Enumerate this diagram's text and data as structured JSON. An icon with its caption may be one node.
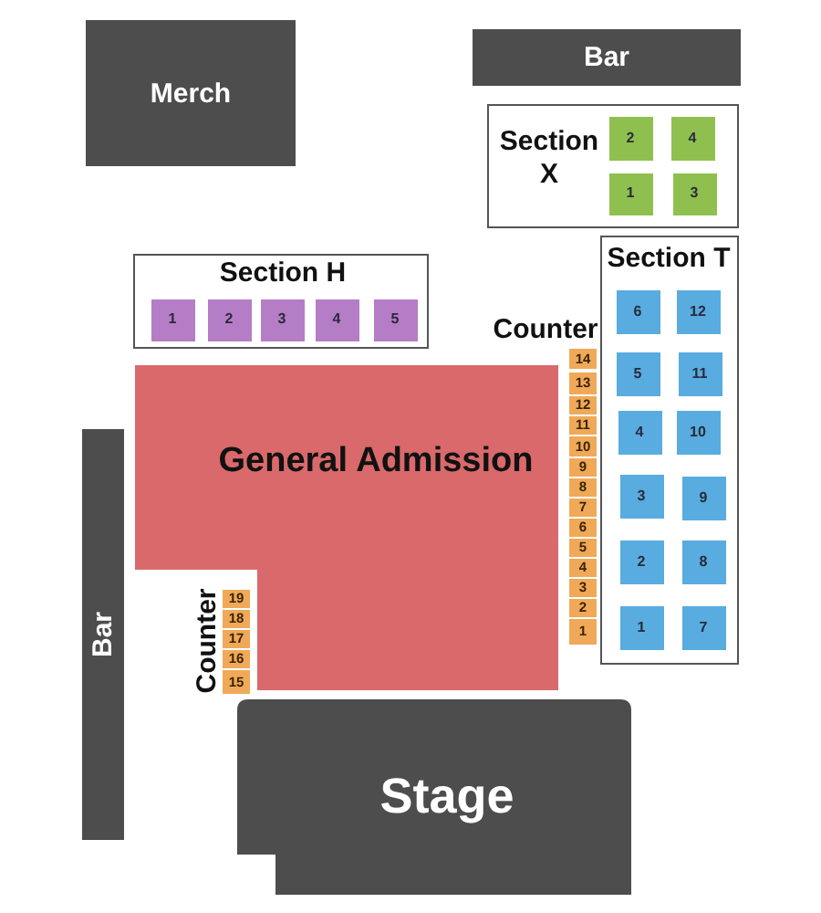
{
  "diagram": {
    "nodes": [
      {
        "text": [
          "Merch"
        ]
      },
      {
        "text": [
          "Bar"
        ]
      },
      {
        "text": [
          "Section X"
        ]
      },
      {
        "text": [
          "2"
        ],
        "in": 2
      },
      {
        "text": [
          "4"
        ],
        "in": 2
      },
      {
        "text": [
          "1"
        ],
        "in": 2
      },
      {
        "text": [
          "3"
        ],
        "in": 2
      },
      {
        "text": [
          "Section T"
        ]
      },
      {
        "text": [
          "6"
        ],
        "in": 7
      },
      {
        "text": [
          "12"
        ],
        "in": 7
      },
      {
        "text": [
          "5"
        ],
        "in": 7
      },
      {
        "text": [
          "11"
        ],
        "in": 7
      },
      {
        "text": [
          "4"
        ],
        "in": 7
      },
      {
        "text": [
          "10"
        ],
        "in": 7
      },
      {
        "text": [
          "3"
        ],
        "in": 7
      },
      {
        "text": [
          "9"
        ],
        "in": 7
      },
      {
        "text": [
          "2"
        ],
        "in": 7
      },
      {
        "text": [
          "8"
        ],
        "in": 7
      },
      {
        "text": [
          "1"
        ],
        "in": 7
      },
      {
        "text": [
          "7"
        ],
        "in": 7
      },
      {
        "text": [
          "Section H"
        ]
      },
      {
        "text": [
          "1"
        ],
        "in": 20
      },
      {
        "text": [
          "2"
        ],
        "in": 20
      },
      {
        "text": [
          "3"
        ],
        "in": 20
      },
      {
        "text": [
          "4"
        ],
        "in": 20
      },
      {
        "text": [
          "5"
        ],
        "in": 20
      },
      {
        "text": [
          "14"
        ]
      },
      {
        "text": [
          "13"
        ]
      },
      {
        "text": [
          "12"
        ]
      },
      {
        "text": [
          "11"
        ]
      },
      {
        "text": [
          "10"
        ]
      },
      {
        "text": [
          "9"
        ]
      },
      {
        "text": [
          "8"
        ]
      },
      {
        "text": [
          "7"
        ]
      },
      {
        "text": [
          "6"
        ]
      },
      {
        "text": [
          "5"
        ]
      },
      {
        "text": [
          "4"
        ]
      },
      {
        "text": [
          "3"
        ]
      },
      {
        "text": [
          "2"
        ]
      },
      {
        "text": [
          "1"
        ]
      },
      {
        "text": [
          "General Admission"
        ]
      },
      {
        "text": [
          "19"
        ]
      },
      {
        "text": [
          "18"
        ]
      },
      {
        "text": [
          "17"
        ]
      },
      {
        "text": [
          "16"
        ]
      },
      {
        "text": [
          "15"
        ]
      },
      {
        "text": [
          "Bar"
        ]
      },
      {
        "text": [
          "Stage"
        ]
      }
    ],
    "labels": [
      "Counter",
      "Counter"
    ]
  }
}
